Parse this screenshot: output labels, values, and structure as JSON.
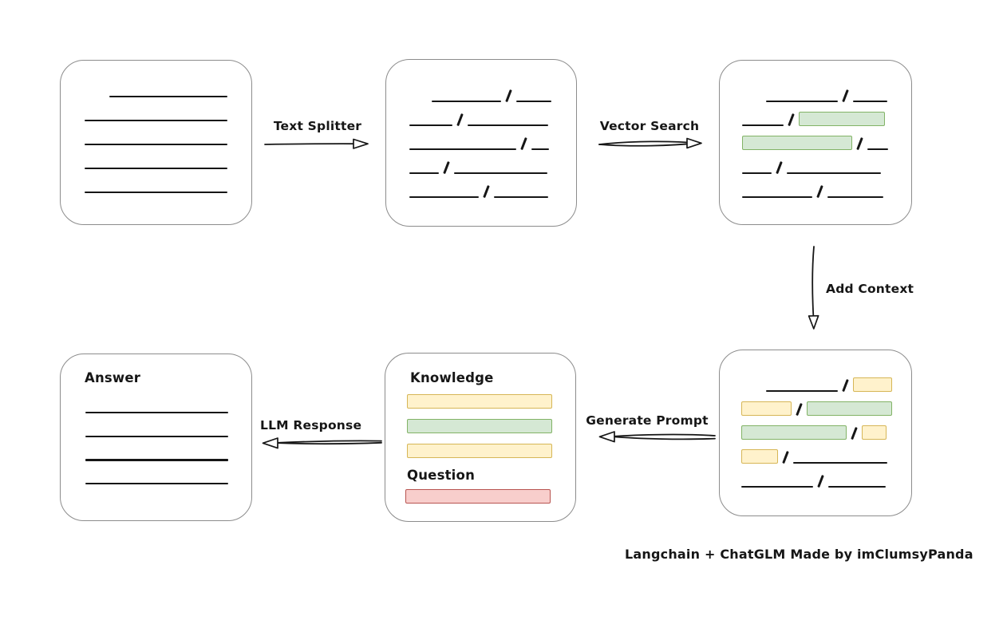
{
  "footer": {
    "credit": "Langchain + ChatGLM Made by imClumsyPanda"
  },
  "arrows": {
    "text_splitter": {
      "label": "Text Splitter"
    },
    "vector_search": {
      "label": "Vector Search"
    },
    "add_context": {
      "label": "Add Context"
    },
    "generate_prompt": {
      "label": "Generate Prompt"
    },
    "llm_response": {
      "label": "LLM Response"
    }
  },
  "boxes": {
    "document": {
      "rows": [
        [
          {
            "t": "indent",
            "w": 31
          },
          {
            "t": "line",
            "w": 148
          }
        ],
        [
          {
            "t": "line",
            "w": 179
          }
        ],
        [
          {
            "t": "line",
            "w": 179
          }
        ],
        [
          {
            "t": "line",
            "w": 179
          }
        ],
        [
          {
            "t": "line",
            "w": 179
          }
        ]
      ]
    },
    "split_text": {
      "rows": [
        [
          {
            "t": "indent",
            "w": 28
          },
          {
            "t": "line",
            "w": 87
          },
          {
            "t": "slash"
          },
          {
            "t": "line",
            "w": 44
          }
        ],
        [
          {
            "t": "line",
            "w": 54
          },
          {
            "t": "slash"
          },
          {
            "t": "line",
            "w": 101
          }
        ],
        [
          {
            "t": "line",
            "w": 134
          },
          {
            "t": "slash"
          },
          {
            "t": "line",
            "w": 22
          }
        ],
        [
          {
            "t": "line",
            "w": 37
          },
          {
            "t": "slash"
          },
          {
            "t": "line",
            "w": 117
          }
        ],
        [
          {
            "t": "line",
            "w": 87
          },
          {
            "t": "slash"
          },
          {
            "t": "line",
            "w": 68
          }
        ]
      ]
    },
    "search_result": {
      "rows": [
        [
          {
            "t": "indent",
            "w": 30
          },
          {
            "t": "line",
            "w": 90
          },
          {
            "t": "slash"
          },
          {
            "t": "line",
            "w": 43
          }
        ],
        [
          {
            "t": "line",
            "w": 52
          },
          {
            "t": "slash"
          },
          {
            "t": "green",
            "w": 108
          }
        ],
        [
          {
            "t": "green",
            "w": 138
          },
          {
            "t": "slash"
          },
          {
            "t": "line",
            "w": 26
          }
        ],
        [
          {
            "t": "line",
            "w": 37
          },
          {
            "t": "slash"
          },
          {
            "t": "line",
            "w": 118
          }
        ],
        [
          {
            "t": "line",
            "w": 88
          },
          {
            "t": "slash"
          },
          {
            "t": "line",
            "w": 70
          }
        ]
      ]
    },
    "context_result": {
      "rows": [
        [
          {
            "t": "indent",
            "w": 31
          },
          {
            "t": "line",
            "w": 90
          },
          {
            "t": "slash"
          },
          {
            "t": "yellow",
            "w": 49
          }
        ],
        [
          {
            "t": "yellow",
            "w": 63
          },
          {
            "t": "slash"
          },
          {
            "t": "green",
            "w": 107
          }
        ],
        [
          {
            "t": "green",
            "w": 132
          },
          {
            "t": "slash"
          },
          {
            "t": "yellow",
            "w": 31
          }
        ],
        [
          {
            "t": "yellow",
            "w": 46
          },
          {
            "t": "slash"
          },
          {
            "t": "line",
            "w": 118
          }
        ],
        [
          {
            "t": "line",
            "w": 90
          },
          {
            "t": "slash"
          },
          {
            "t": "line",
            "w": 72
          }
        ]
      ]
    },
    "prompt": {
      "knowledge_label": "Knowledge",
      "question_label": "Question",
      "knowledge_bars": [
        "yellow",
        "green",
        "yellow"
      ],
      "question_bars": [
        "red"
      ]
    },
    "answer": {
      "label": "Answer",
      "line_count": 4
    }
  },
  "colors": {
    "green_fill": "#d5e8d4",
    "green_stroke": "#82b366",
    "yellow_fill": "#fff2cc",
    "yellow_stroke": "#d6b656",
    "red_fill": "#f8cecc",
    "red_stroke": "#b85450",
    "ink": "#161616",
    "box_border": "#8c8c8c"
  }
}
